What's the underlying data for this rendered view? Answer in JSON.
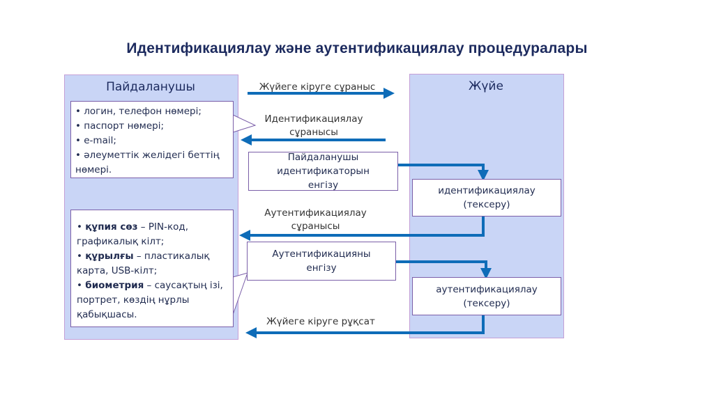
{
  "title": "Идентификациялау және аутентификациялау процедуралары",
  "user_panel": {
    "title": "Пайдаланушы",
    "identifiers": [
      "• логин, телефон нөмері;",
      "• паспорт нөмері;",
      "• e-mail;",
      "• әлеуметтік желідегі беттің нөмері."
    ],
    "authenticators": [
      {
        "term": "құпия сөз",
        "desc": " – PIN-код, графикалық кілт;"
      },
      {
        "term": "құрылғы",
        "desc": " – пластикалық карта, USB-кілт;"
      },
      {
        "term": "биометрия",
        "desc": " – саусақтың ізі, портрет, көздің нұрлы қабықшасы."
      }
    ]
  },
  "system_panel": {
    "title": "Жүйе",
    "identification_check": "идентификациялау (тексеру)",
    "authentication_check": "аутентификациялау (тексеру)"
  },
  "flow": {
    "login_request": "Жүйеге кіруге сұраныс",
    "identification_request": "Идентификациялау сұранысы",
    "enter_identifier": "Пайдаланушы идентификаторын енгізу",
    "authentication_request": "Аутентификациялау сұранысы",
    "enter_authentication": "Аутентификацияны енгізу",
    "access_granted": "Жүйеге кіруге рұқсат"
  },
  "colors": {
    "arrow": "#0e6cb8",
    "panel": "#c9d5f6"
  }
}
